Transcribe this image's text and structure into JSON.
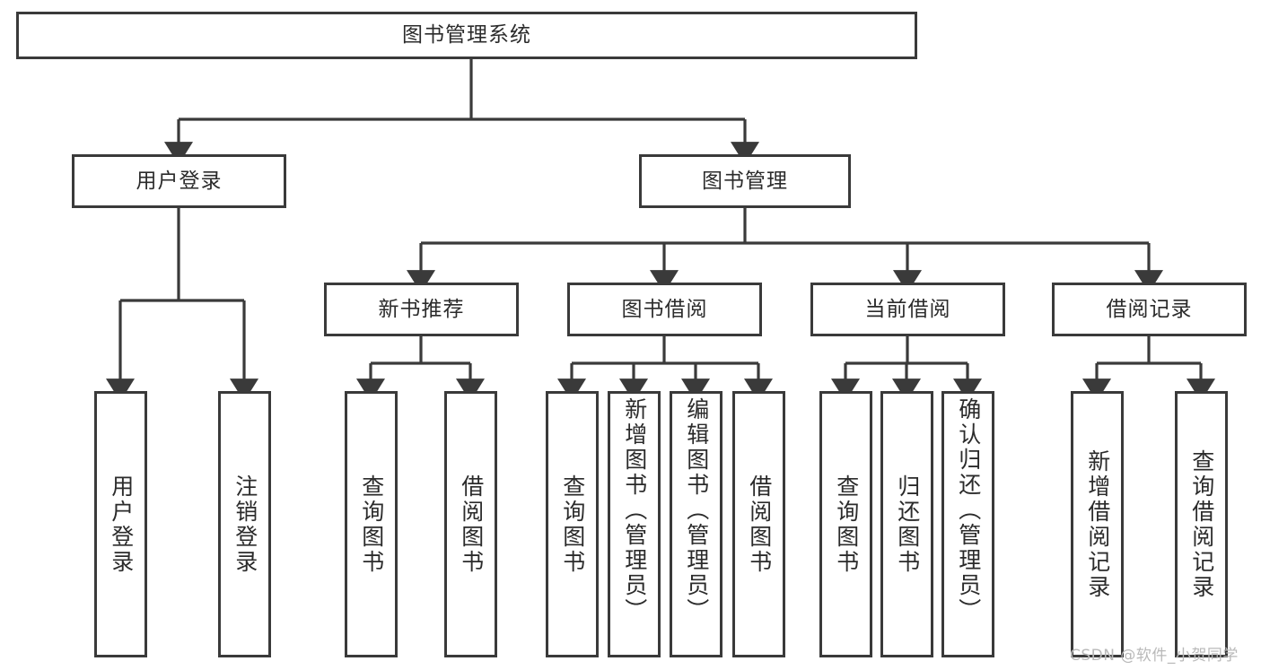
{
  "diagram": {
    "type": "tree-hierarchy-chart",
    "title_node": {
      "label": "图书管理系统"
    },
    "level2": [
      {
        "id": "user-login",
        "label": "用户登录"
      },
      {
        "id": "book-management",
        "label": "图书管理"
      }
    ],
    "level3": [
      {
        "id": "new-book-recommend",
        "label": "新书推荐"
      },
      {
        "id": "book-borrow",
        "label": "图书借阅"
      },
      {
        "id": "current-borrow",
        "label": "当前借阅"
      },
      {
        "id": "borrow-record",
        "label": "借阅记录"
      }
    ],
    "leaves": {
      "user_login": [
        {
          "id": "leaf-user-login",
          "label": "用户登录"
        },
        {
          "id": "leaf-logout-login",
          "label": "注销登录"
        }
      ],
      "new_book_recommend": [
        {
          "id": "leaf-query-book-1",
          "label": "查询图书"
        },
        {
          "id": "leaf-borrow-book-1",
          "label": "借阅图书"
        }
      ],
      "book_borrow": [
        {
          "id": "leaf-query-book-2",
          "label": "查询图书"
        },
        {
          "id": "leaf-add-book",
          "label": "新增图书（管理员）"
        },
        {
          "id": "leaf-edit-book",
          "label": "编辑图书（管理员）"
        },
        {
          "id": "leaf-borrow-book-2",
          "label": "借阅图书"
        }
      ],
      "current_borrow": [
        {
          "id": "leaf-query-book-3",
          "label": "查询图书"
        },
        {
          "id": "leaf-return-book",
          "label": "归还图书"
        },
        {
          "id": "leaf-confirm-return",
          "label": "确认归还（管理员）"
        }
      ],
      "borrow_record": [
        {
          "id": "leaf-add-borrow-record",
          "label": "新增借阅记录"
        },
        {
          "id": "leaf-query-borrow-record",
          "label": "查询借阅记录"
        }
      ]
    }
  },
  "watermark": {
    "text": "CSDN @软件_小贺同学"
  },
  "colors": {
    "stroke": "#3a3a3a",
    "text": "#2b2b2b",
    "background": "#ffffff",
    "watermark": "#b9b9b9"
  }
}
